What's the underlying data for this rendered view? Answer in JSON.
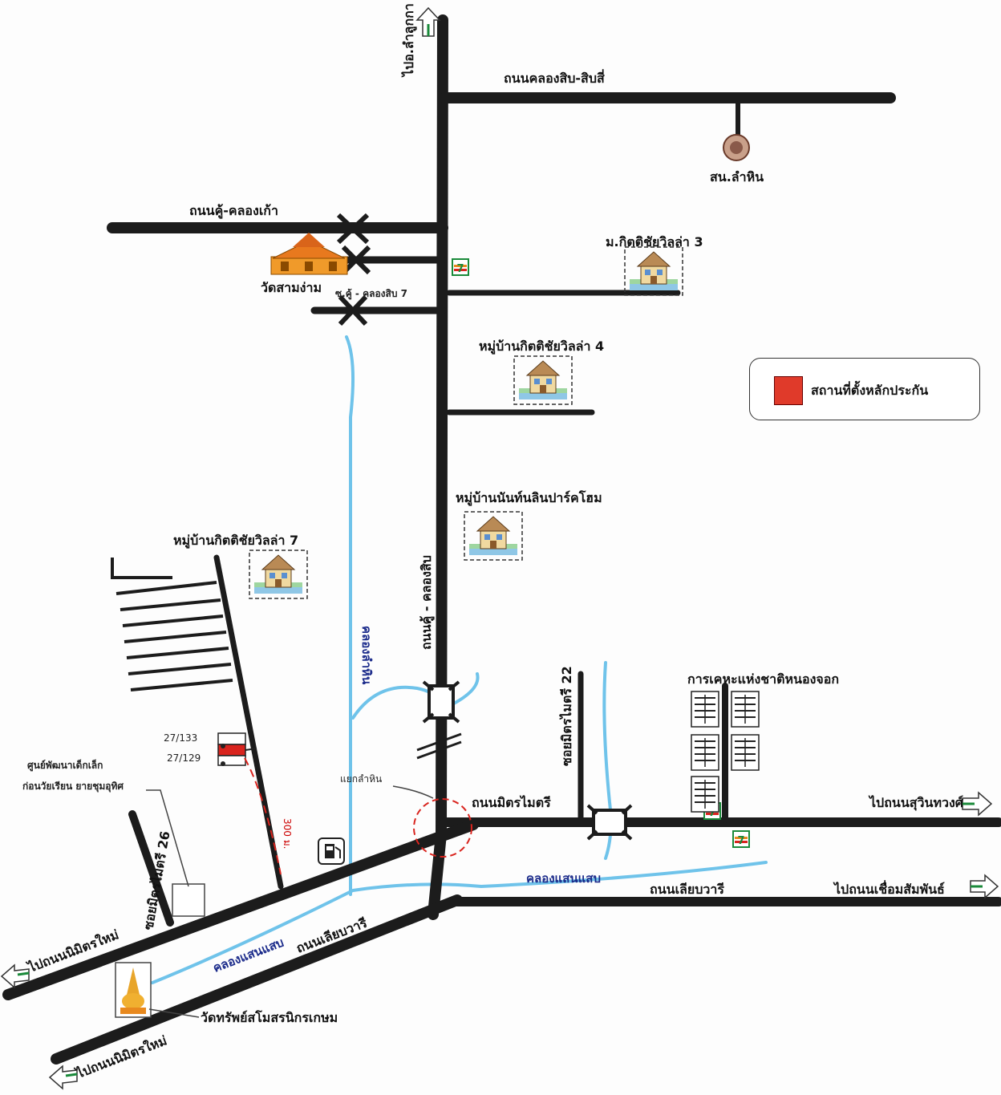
{
  "labels": {
    "to_lamlukka": "ไปอ.ลำลูกกา",
    "road_khlong10_14": "ถนนคลองสิบ-สิบสี่",
    "school_lamhin": "สน.ลำหิน",
    "road_ku_khlong_kao": "ถนนคู้-คลองเก้า",
    "wat_sam_ngam": "วัดสามง่าม",
    "soi_ku_khlong10_7": "ซ.คู้ - คลองสิบ 7",
    "village_kitti3": "ม.กิตติชัยวิลล่า 3",
    "village_kitti4": "หมู่บ้านกิตติชัยวิลล่า 4",
    "village_nanthin": "หมู่บ้านนันท์นลินปาร์คโฮม",
    "village_kitti7": "หมู่บ้านกิตติชัยวิลล่า 7",
    "khlong_lamhin": "คลองลำหิน",
    "road_ku_khlong10": "ถนนคู้ - คลองสิบ",
    "soi_mitmaitri22": "ซอยมิตรไมตรี 22",
    "housing_nongchok": "การเคหะแห่งชาติหนองจอก",
    "house_27_133": "27/133",
    "house_27_129": "27/129",
    "child_center_line1": "ศูนย์พัฒนาเด็กเล็ก",
    "child_center_line2": "ก่อนวัยเรียน ยายชุมอุทิศ",
    "yaek_lamhin": "แยกลำหิน",
    "road_mitmaitri": "ถนนมิตรไมตรี",
    "to_suwinthawong": "ไปถนนสุวินทวงศ์",
    "distance": "300 ม.",
    "soi_mitmaitri26": "ซอยมิตรไมตรี 26",
    "khlong_saensaep_right": "คลองแสนแสบ",
    "road_liapwari_right": "ถนนเลียบวารี",
    "to_chueamsamphan": "ไปถนนเชื่อมสัมพันธ์",
    "to_nimitmai_upper": "ไปถนนนิมิตรใหม่",
    "khlong_saensaep_left": "คลองแสนแสบ",
    "road_liapwari_left": "ถนนเลียบวารี",
    "wat_sap": "วัดทรัพย์สโมสรนิกรเกษม",
    "to_nimitmai_lower": "ไปถนนนิมิตรใหม่"
  },
  "legend": {
    "label": "สถานที่ตั้งหลักประกัน",
    "color": "#e03a2a"
  },
  "colors": {
    "road": "#1c1c1c",
    "canal": "#6fc3ea",
    "marker": "#d9241e",
    "temple": "#e8891e"
  },
  "icons": [
    "seven-eleven-icon",
    "gas-station-icon",
    "house-icon",
    "temple-icon",
    "stupa-icon",
    "bridge-icon"
  ]
}
